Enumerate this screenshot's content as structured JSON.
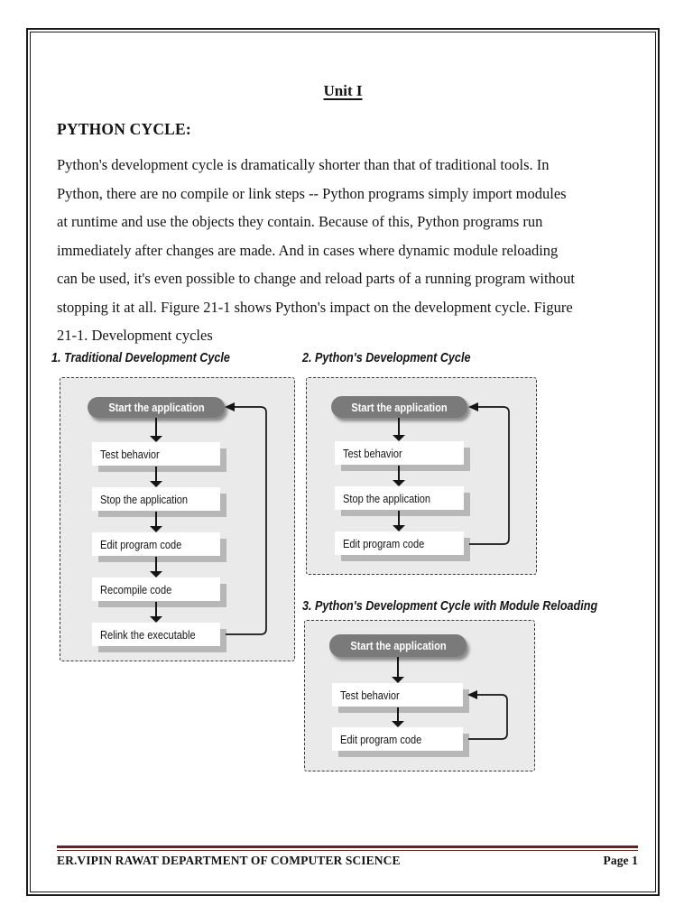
{
  "doc": {
    "title": "Unit I",
    "heading": "PYTHON CYCLE:",
    "paragraph_lines": [
      "Python's development cycle is dramatically shorter than that of traditional tools. In",
      "Python, there are no compile or link steps -- Python programs simply import modules",
      "at runtime and use the objects they contain. Because of this, Python programs run",
      "immediately after changes are made. And in cases where dynamic module reloading",
      "can be used, it's even possible to change and reload parts of a running program without",
      "stopping it at all. Figure 21-1 shows Python's impact on the development cycle. Figure",
      "21-1. Development cycles"
    ]
  },
  "figure": {
    "charts": [
      {
        "title": "1. Traditional Development Cycle",
        "start_label": "Start the application",
        "steps": [
          "Test behavior",
          "Stop the application",
          "Edit program code",
          "Recompile code",
          "Relink the executable"
        ],
        "loop_from": "Relink the executable",
        "loop_to": "Start the application"
      },
      {
        "title": "2. Python's Development Cycle",
        "start_label": "Start the application",
        "steps": [
          "Test behavior",
          "Stop the application",
          "Edit program code"
        ],
        "loop_from": "Edit program code",
        "loop_to": "Start the application"
      },
      {
        "title": "3. Python's Development Cycle with Module Reloading",
        "start_label": "Start the application",
        "steps": [
          "Test behavior",
          "Edit program code"
        ],
        "loop_from": "Edit program code",
        "loop_to": "Test behavior"
      }
    ]
  },
  "footer": {
    "left": "ER.VIPIN RAWAT DEPARTMENT OF COMPUTER SCIENCE",
    "right": "Page 1"
  },
  "theme": {
    "rule_color": "#632423",
    "container_bg": "#eaeaea",
    "pill_bg": "#7a7a7a",
    "box_shadow_color": "#b7b7b7",
    "border_color": "#1a1a1a",
    "text_color": "#141414"
  }
}
